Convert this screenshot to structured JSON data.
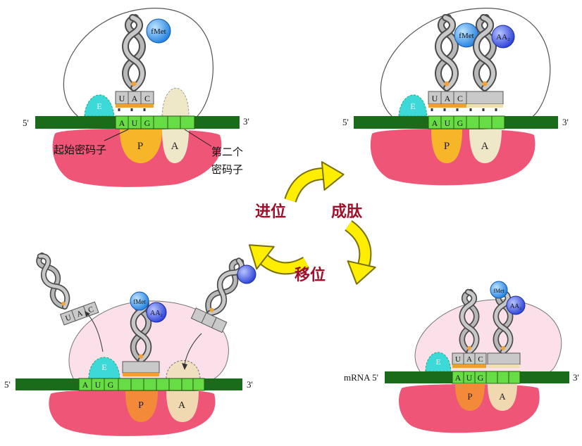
{
  "labels": {
    "five_prime": "5'",
    "three_prime": "3'",
    "mrna_five_prime": "mRNA 5'",
    "site_e": "E",
    "site_p": "P",
    "site_a": "A",
    "codon_start": [
      "A",
      "U",
      "G"
    ],
    "anticodon": [
      "U",
      "A",
      "C"
    ],
    "fmet": "fMet",
    "aa2": "AA₂",
    "start_codon_note": "起始密码子",
    "second_codon_note_line1": "第二个",
    "second_codon_note_line2": "密码子"
  },
  "cycle": {
    "step_entry": "进位",
    "step_peptide": "成肽",
    "step_translocation": "移位"
  },
  "colors": {
    "ribosome_small": "#ee5577",
    "site_p": "#f7b52a",
    "site_a": "#eee8c8",
    "site_e": "#3dd9d9",
    "mrna": "#1a6b1a",
    "codon_cell": "#66dd44",
    "trna": "#8c8c8c",
    "fmet": "#1e8ee8",
    "aa2": "#3355dd",
    "arrow": "#ffee00",
    "cycle_text": "#a0102a"
  }
}
